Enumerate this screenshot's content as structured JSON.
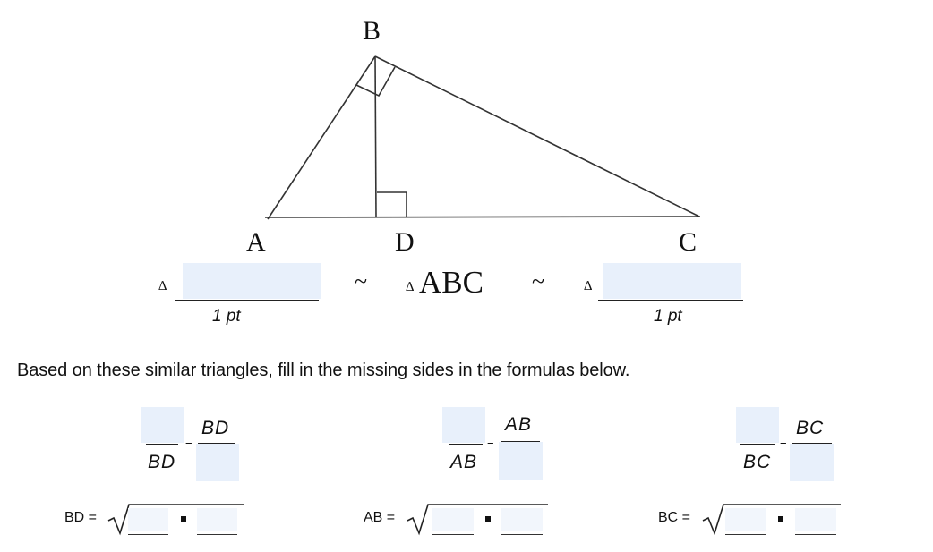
{
  "figure": {
    "vertices": {
      "a": "A",
      "b": "B",
      "c": "C",
      "d": "D"
    }
  },
  "similarity": {
    "triangle_symbol": "∆",
    "similar_symbol": "~",
    "middle_triangle": "ABC",
    "left_points": "1 pt",
    "right_points": "1 pt"
  },
  "instruction": "Based on these similar triangles, fill in the missing sides in the formulas below.",
  "proportions": [
    {
      "top_right": "BD",
      "bottom_left": "BD",
      "equals": "="
    },
    {
      "top_right": "AB",
      "bottom_left": "AB",
      "equals": "="
    },
    {
      "top_right": "BC",
      "bottom_left": "BC",
      "equals": "="
    }
  ],
  "radicals": [
    {
      "label": "BD ="
    },
    {
      "label": "AB ="
    },
    {
      "label": "BC ="
    }
  ]
}
